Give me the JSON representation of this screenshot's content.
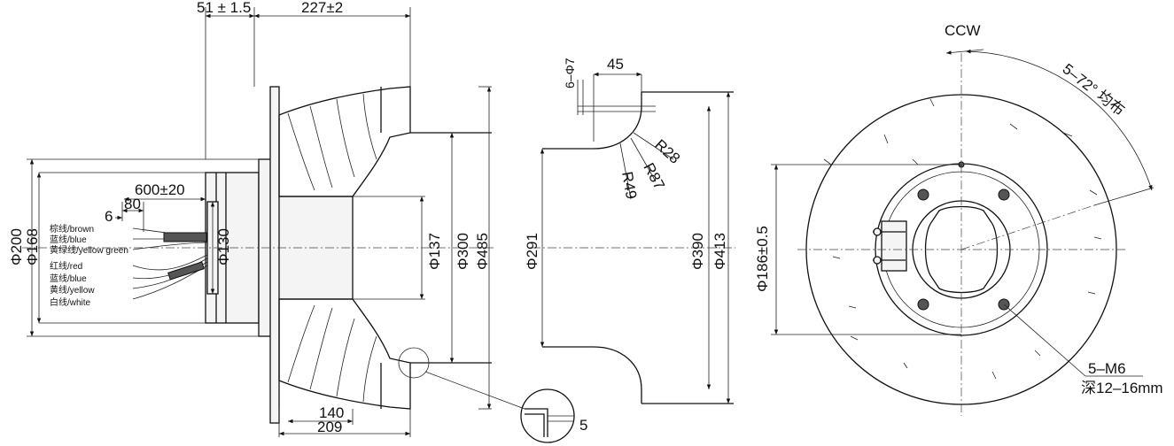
{
  "side_view": {
    "dims": {
      "offset": "51 ± 1.5",
      "depth": "227±2",
      "cable_length": "600±20",
      "strip_a": "6",
      "strip_b": "80",
      "d_outer": "Φ200",
      "d_motor": "Φ168",
      "d_hub": "Φ130",
      "d_inlet": "Φ137",
      "d_wheel": "Φ300",
      "d_max": "Φ485",
      "w_inner": "140",
      "w_outer": "209"
    },
    "wires": [
      "棕线/brown",
      "蓝线/blue",
      "黄绿线/yellow green",
      "红线/red",
      "蓝线/blue",
      "黄线/yellow",
      "白线/white"
    ],
    "detail_dim": "5"
  },
  "inlet_view": {
    "dims": {
      "holes": "6–Φ7",
      "width": "45",
      "r1": "R28",
      "r2": "R87",
      "r3": "R49",
      "d_inlet": "Φ291",
      "d_mid": "Φ390",
      "d_outer": "Φ413"
    }
  },
  "front_view": {
    "rotation": "CCW",
    "spacing": "5–72° 均布",
    "pcd": "Φ186±0.5",
    "thread": "5–M6",
    "depth": "深12–16mm"
  }
}
